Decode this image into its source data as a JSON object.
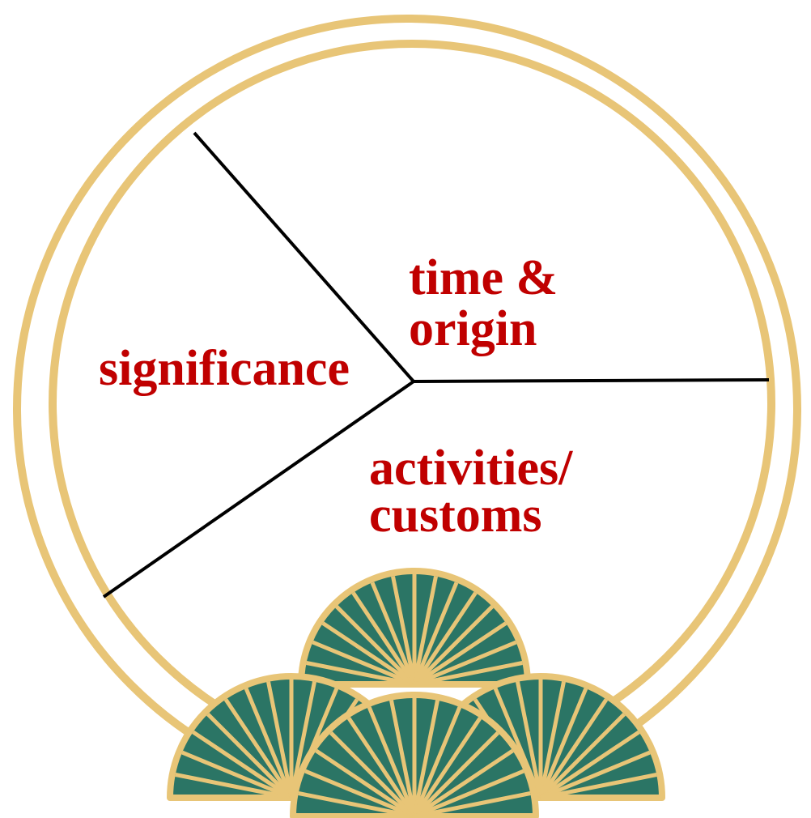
{
  "diagram": {
    "labels": {
      "significance": "significance",
      "time_origin_line1": "time &",
      "time_origin_line2": "origin",
      "activities_line1": "activities/",
      "activities_line2": "customs"
    },
    "colors": {
      "ring": "#E8C577",
      "fan_fill": "#2B7565",
      "fan_ribs": "#E8C577",
      "divider_lines": "#000000",
      "label_text": "#C00000",
      "background": "#FFFFFF"
    }
  }
}
